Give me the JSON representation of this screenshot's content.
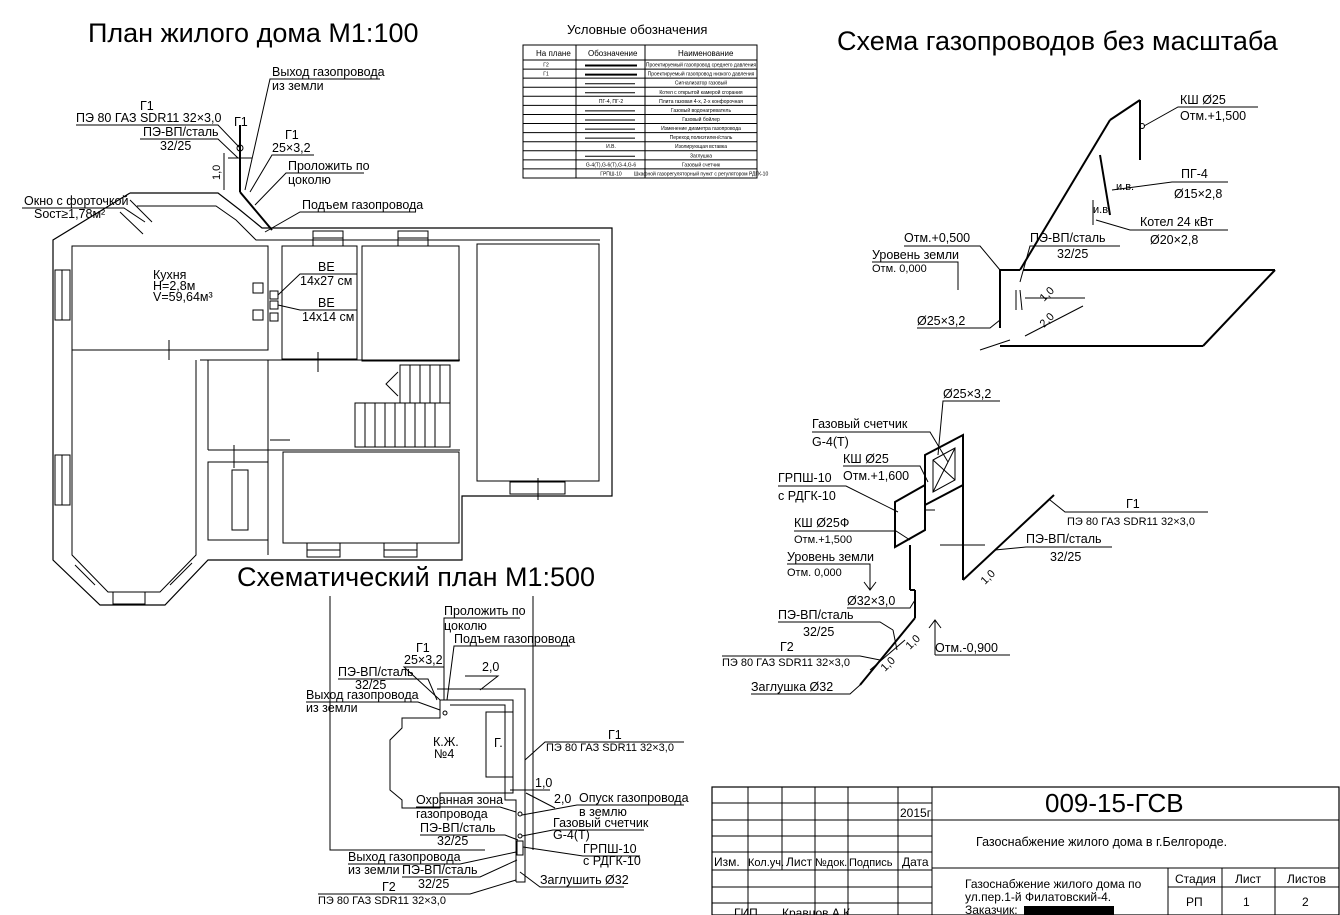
{
  "titles": {
    "plan": "План жилого дома М1:100",
    "schema": "Схема газопроводов без масштаба",
    "siteplan": "Схематический план М1:500",
    "legend": "Условные обозначения"
  },
  "legend": {
    "headers": [
      "На плане",
      "Обозначение",
      "Наименование"
    ],
    "rows": [
      {
        "plan": "Г2",
        "sym": "",
        "name": "Проектируемый газопровод среднего давления"
      },
      {
        "plan": "Г1",
        "sym": "",
        "name": "Проектируемый газопровод низкого давления"
      },
      {
        "plan": "",
        "sym": "",
        "name": "Сигнализатор газовый"
      },
      {
        "plan": "",
        "sym": "",
        "name": "Котел с открытой камерой сгорания"
      },
      {
        "plan": "",
        "sym": "ПГ-4, ПГ-2",
        "name": "Плита газовая 4-х, 2-х конфорочная"
      },
      {
        "plan": "",
        "sym": "",
        "name": "Газовый водонагреватель"
      },
      {
        "plan": "",
        "sym": "",
        "name": "Газовый бойлер"
      },
      {
        "plan": "",
        "sym": "",
        "name": "Изменение диаметра газопровода"
      },
      {
        "plan": "",
        "sym": "",
        "name": "Переход полиэтилен/сталь"
      },
      {
        "plan": "",
        "sym": "И.В.",
        "name": "Изолирующая вставка"
      },
      {
        "plan": "",
        "sym": "",
        "name": "Заглушка"
      },
      {
        "plan": "",
        "sym": "G-4(Т),G-6(Т),G-4,G-6",
        "name": "Газовый счетчик"
      },
      {
        "plan": "",
        "sym": "ГРПШ-10",
        "name": "Шкафной газорегуляторный пункт с регулятором РДГК-10"
      }
    ]
  },
  "plan": {
    "exit_label_1": "Выход газопровода",
    "exit_label_2": "из земли",
    "g1": "Г1",
    "pe_pipe": "ПЭ 80 ГАЗ SDR11 32×3,0",
    "pe_steel": "ПЭ-ВП/сталь",
    "pe_steel_d": "32/25",
    "g1_small": "Г1",
    "g1_riser": "Г1",
    "steel_pipe": "25×3,2",
    "lay_1": "Проложить по",
    "lay_2": "цоколю",
    "rise": "Подъем газопровода",
    "window_1": "Окно с форточкой",
    "window_2": "Sост≥1,78м²",
    "kitchen_1": "Кухня",
    "kitchen_2": "H=2,8м",
    "kitchen_3": "V=59,64м³",
    "vent_1": "ВЕ",
    "vent_1_size": "14х27 см",
    "vent_2": "ВЕ",
    "vent_2_size": "14х14 см",
    "dim_1": "1,0"
  },
  "schema_top": {
    "valve": "КШ Ø25",
    "valve_mark": "Отм.+1,500",
    "stove": "ПГ-4",
    "stove_d": "Ø15×2,8",
    "iv_1": "и.в.",
    "iv_2": "и.в.",
    "boiler": "Котел 24 кВт",
    "boiler_d": "Ø20×2,8",
    "mark_050": "Отм.+0,500",
    "ground_1": "Уровень земли",
    "ground_2": "Отм. 0,000",
    "pe_steel": "ПЭ-ВП/сталь",
    "pe_steel_d": "32/25",
    "pipe_d": "Ø25×3,2",
    "dim_1": "1,0",
    "dim_2": "2,0"
  },
  "schema_bottom": {
    "pipe_top": "Ø25×3,2",
    "meter": "Газовый счетчик",
    "meter_type": "G-4(Т)",
    "valve": "КШ Ø25",
    "valve_mark": "Отм.+1,600",
    "grpsh": "ГРПШ-10",
    "grpsh_reg": "с РДГК-10",
    "valve_f": "КШ Ø25Ф",
    "valve_f_mark": "Отм.+1,500",
    "ground_1": "Уровень земли",
    "ground_2": "Отм. 0,000",
    "pipe_32": "Ø32×3,0",
    "pe_steel": "ПЭ-ВП/сталь",
    "pe_steel_d": "32/25",
    "g2": "Г2",
    "pe_pipe": "ПЭ 80 ГАЗ SDR11 32×3,0",
    "plug": "Заглушка Ø32",
    "mark_m090": "Отм.-0,900",
    "g1": "Г1",
    "g1_pipe": "ПЭ 80 ГАЗ SDR11 32×3,0",
    "pe_steel_r": "ПЭ-ВП/сталь",
    "pe_steel_r_d": "32/25",
    "dim_1": "1,0",
    "dim_2": "1,0",
    "dim_3": "1,0"
  },
  "siteplan": {
    "lay_1": "Проложить по",
    "lay_2": "цоколю",
    "rise": "Подъем газопровода",
    "g1": "Г1",
    "steel_pipe": "25×3,2",
    "dim_20": "2,0",
    "pe_steel": "ПЭ-ВП/сталь",
    "pe_steel_d": "32/25",
    "exit_1": "Выход газопровода",
    "exit_2": "из земли",
    "house_1": "К.Ж.",
    "house_2": "№4",
    "garage": "Г.",
    "g1_r": "Г1",
    "g1_r_pipe": "ПЭ 80 ГАЗ SDR11 32×3,0",
    "dim_10": "1,0",
    "dim_20b": "2,0",
    "zone_1": "Охранная зона",
    "zone_2": "газопровода",
    "descend_1": "Опуск газопровода",
    "descend_2": "в землю",
    "meter": "Газовый счетчик",
    "meter_type": "G-4(Т)",
    "pe_steel_2": "ПЭ-ВП/сталь",
    "pe_steel_2_d": "32/25",
    "grpsh": "ГРПШ-10",
    "grpsh_reg": "с РДГК-10",
    "exit_b_1": "Выход газопровода",
    "exit_b_2": "из земли",
    "pe_steel_3": "ПЭ-ВП/сталь",
    "pe_steel_3_d": "32/25",
    "plug": "Заглушить Ø32",
    "g2": "Г2",
    "g2_pipe": "ПЭ 80 ГАЗ SDR11 32×3,0"
  },
  "stamp": {
    "code": "009-15-ГСВ",
    "year": "2015г",
    "title": "Газоснабжение жилого дома  в г.Белгороде.",
    "cols": [
      "Изм.",
      "Кол.уч.",
      "Лист",
      "№док.",
      "Подпись",
      "Дата"
    ],
    "desc_1": "Газоснабжение жилого дома по",
    "desc_2": "ул.пер.1-й Филатовский-4.",
    "desc_3": "Заказчик:",
    "stage_h": "Стадия",
    "sheet_h": "Лист",
    "sheets_h": "Листов",
    "stage": "РП",
    "sheet": "1",
    "sheets": "2",
    "role": "ГИП",
    "person": "Кравцов А.К."
  }
}
